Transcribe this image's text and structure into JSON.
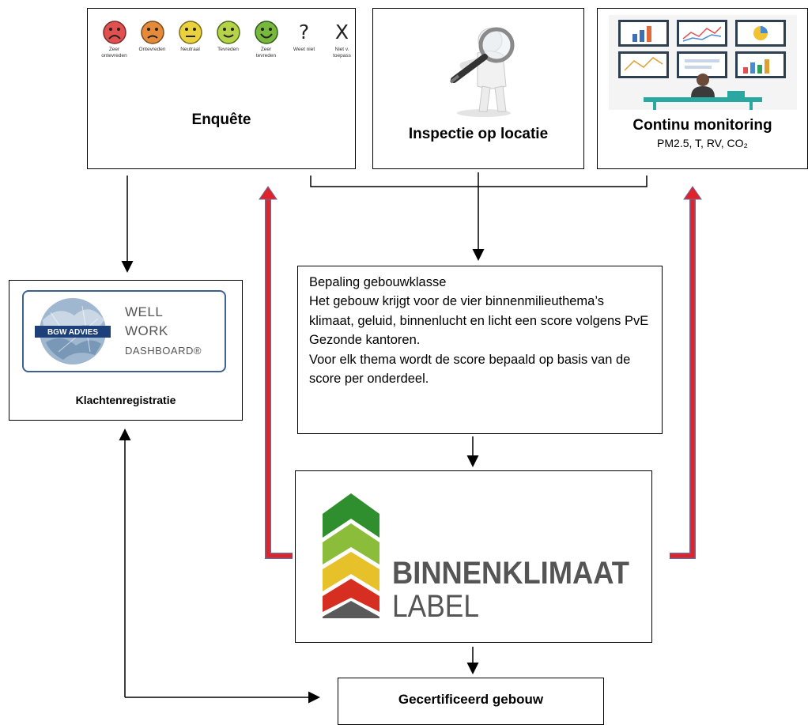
{
  "survey": {
    "title": "Enquête",
    "options": [
      {
        "label": "Zeer ontevreden",
        "icon": "very-dissatisfied-smiley-icon",
        "color": "#e0504f"
      },
      {
        "label": "Ontevreden",
        "icon": "dissatisfied-smiley-icon",
        "color": "#e58a3a"
      },
      {
        "label": "Neutraal",
        "icon": "neutral-smiley-icon",
        "color": "#e9d23c"
      },
      {
        "label": "Tevreden",
        "icon": "satisfied-smiley-icon",
        "color": "#b5d248"
      },
      {
        "label": "Zeer tevreden",
        "icon": "very-satisfied-smiley-icon",
        "color": "#78b83c"
      },
      {
        "label": "Weet niet",
        "icon": "question-mark-icon",
        "glyph": "?"
      },
      {
        "label": "Niet v. toepass",
        "icon": "x-mark-icon",
        "glyph": "X"
      }
    ]
  },
  "inspection": {
    "title": "Inspectie op locatie",
    "icon": "magnifier-person-icon"
  },
  "monitoring": {
    "title": "Continu monitoring",
    "subtitle": "PM2.5, T, RV, CO₂",
    "icon": "monitoring-wall-icon"
  },
  "dashboard": {
    "logo_badge": "BGW ADVIES",
    "logo_line1": "WELL",
    "logo_line2": "WORK",
    "logo_line3": "DASHBOARD®",
    "label": "Klachtenregistratie"
  },
  "classification": {
    "lines": [
      "Bepaling gebouwklasse",
      "Het gebouw krijgt voor de vier binnenmilieuthema’s klimaat, geluid, binnenlucht en licht een score volgens PvE Gezonde kantoren.",
      "Voor elk thema wordt de score bepaald op basis van de score per onderdeel."
    ]
  },
  "label_logo": {
    "line1": "BINNENKLIMAAT",
    "line2": "LABEL",
    "colors": [
      "#2f8f2e",
      "#8bbd3a",
      "#e7c12a",
      "#d62f22",
      "#5a5a5a"
    ]
  },
  "certified": {
    "title": "Gecertificeerd gebouw"
  },
  "colors": {
    "feedback_arrow": "#e0222a",
    "feedback_border": "#6b6b9a",
    "logo_frame": "#3e5f93"
  }
}
